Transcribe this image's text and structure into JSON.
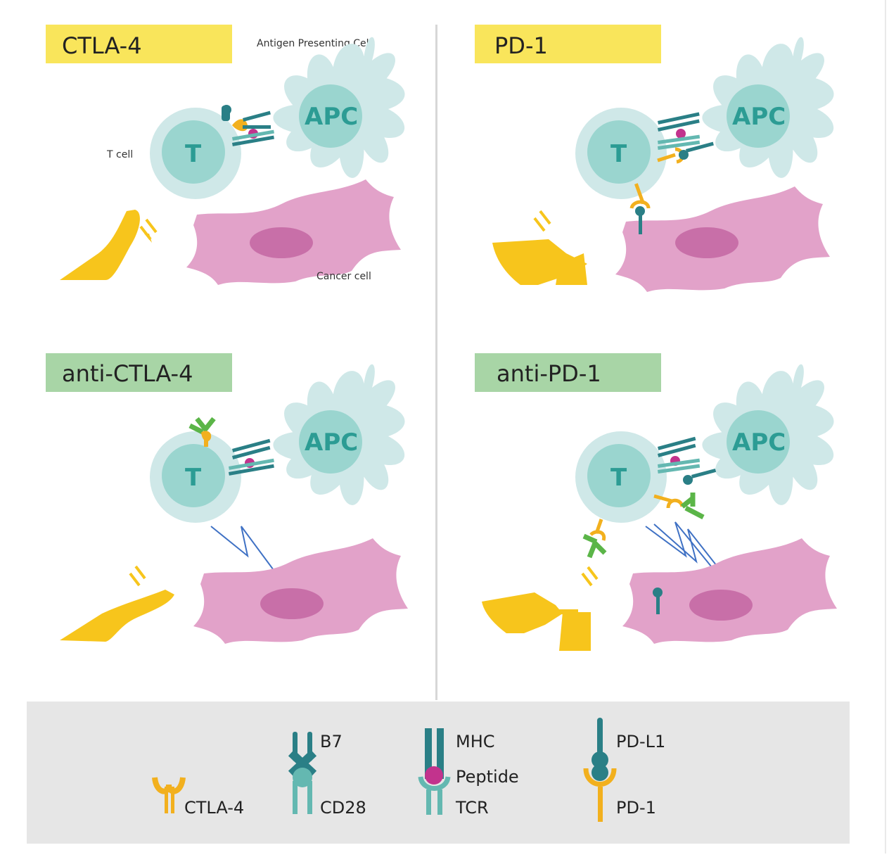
{
  "panels": {
    "ctla4": {
      "title": "CTLA-4",
      "apc_caption": "Antigen Presenting Cell",
      "t_caption": "T cell",
      "cancer_caption": "Cancer cell",
      "apc_label": "APC",
      "t_label": "T"
    },
    "pd1": {
      "title": "PD-1",
      "apc_label": "APC",
      "t_label": "T"
    },
    "anti_ctla4": {
      "title": "anti-CTLA-4",
      "apc_label": "APC",
      "t_label": "T"
    },
    "anti_pd1": {
      "title": "anti-PD-1",
      "apc_label": "APC",
      "t_label": "T"
    }
  },
  "legend": {
    "ctla4": "CTLA-4",
    "b7": "B7",
    "cd28": "CD28",
    "mhc": "MHC",
    "peptide": "Peptide",
    "tcr": "TCR",
    "pdl1": "PD-L1",
    "pd1": "PD-1"
  },
  "colors": {
    "header_inhibit": "#f9e55b",
    "header_antibody": "#a8d5a6",
    "apc": "#cfe8e8",
    "t_outer": "#cfe8e8",
    "t_inner": "#9ad5cf",
    "label_teal": "#2c9c94",
    "cancer": "#e2a2c9",
    "nucleus": "#c86fa8",
    "ctla4": "#f2b01e",
    "b7": "#2a7f86",
    "cd28": "#64b8b1",
    "peptide": "#c2338d",
    "antibody": "#5bb548",
    "arrow": "#3f71c4",
    "brake": "#f7c51c",
    "legend_bg": "#e6e6e6"
  }
}
